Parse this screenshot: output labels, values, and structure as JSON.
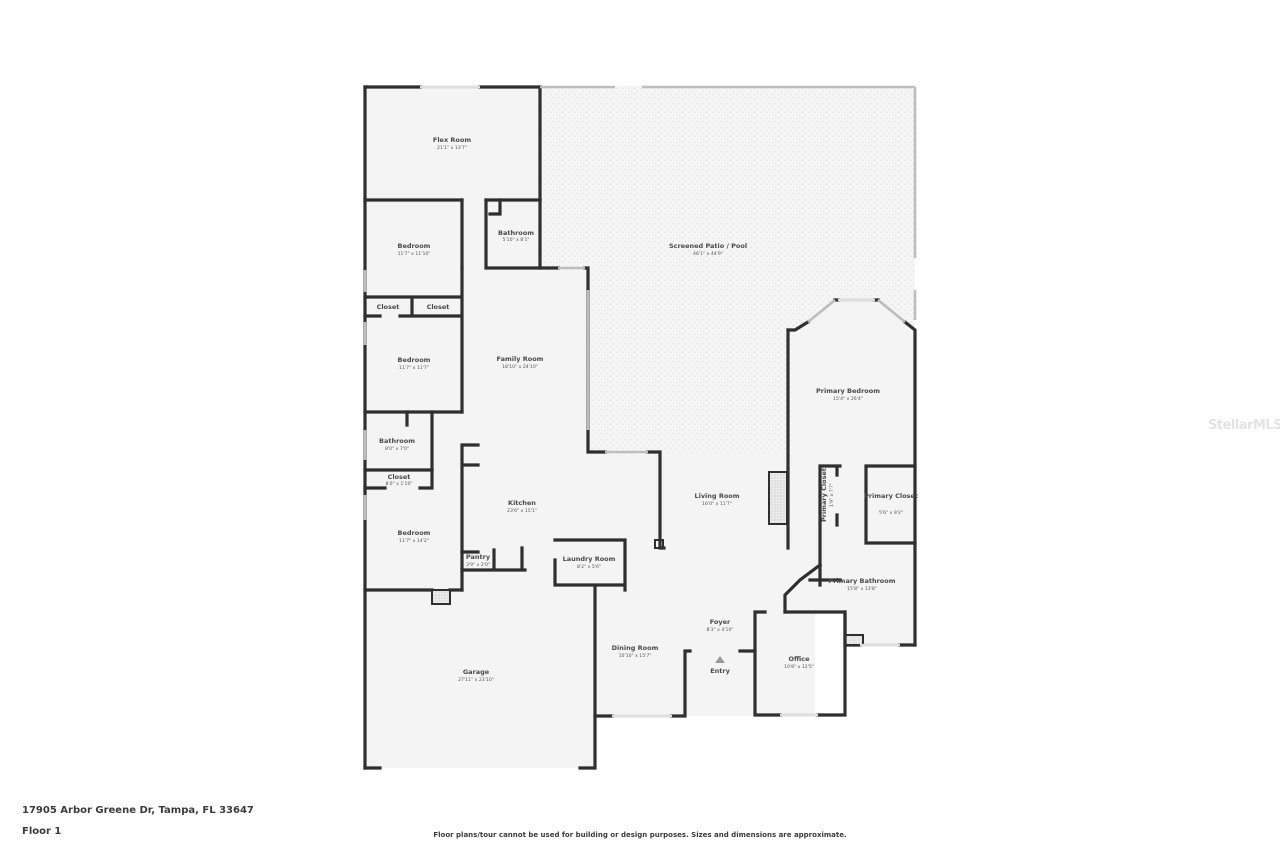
{
  "plan": {
    "address": "17905 Arbor Greene Dr, Tampa, FL 33647",
    "floor": "Floor 1",
    "disclaimer": "Floor plans/tour cannot be used for building or design purposes. Sizes and dimensions are approximate.",
    "watermark": "StellarMLS",
    "entry_label": "Entry"
  },
  "rooms": [
    {
      "id": "flex-room",
      "name": "Flex Room",
      "dims": "21'1\" x 13'7\""
    },
    {
      "id": "bedroom-1",
      "name": "Bedroom",
      "dims": "11'7\" x 11'10\""
    },
    {
      "id": "bathroom-1",
      "name": "Bathroom",
      "dims": "5'10\" x 8'1\""
    },
    {
      "id": "closet-1",
      "name": "Closet",
      "dims": ""
    },
    {
      "id": "closet-2",
      "name": "Closet",
      "dims": ""
    },
    {
      "id": "bedroom-2",
      "name": "Bedroom",
      "dims": "11'7\" x 11'7\""
    },
    {
      "id": "family-room",
      "name": "Family Room",
      "dims": "18'10\" x 24'10\""
    },
    {
      "id": "bathroom-2",
      "name": "Bathroom",
      "dims": "8'0\" x 7'0\""
    },
    {
      "id": "closet-3",
      "name": "Closet",
      "dims": "8'0\" x 1'10\""
    },
    {
      "id": "bedroom-3",
      "name": "Bedroom",
      "dims": "11'7\" x 14'2\""
    },
    {
      "id": "kitchen",
      "name": "Kitchen",
      "dims": "23'6\" x 15'1\""
    },
    {
      "id": "pantry",
      "name": "Pantry",
      "dims": "3'9\" x 2'0\""
    },
    {
      "id": "laundry-room",
      "name": "Laundry Room",
      "dims": "8'2\" x 5'6\""
    },
    {
      "id": "garage",
      "name": "Garage",
      "dims": "27'11\" x 23'10\""
    },
    {
      "id": "dining-room",
      "name": "Dining Room",
      "dims": "10'10\" x 15'7\""
    },
    {
      "id": "screened-patio",
      "name": "Screened Patio / Pool",
      "dims": "46'1\" x 44'9\""
    },
    {
      "id": "living-room",
      "name": "Living Room",
      "dims": "16'0\" x 11'7\""
    },
    {
      "id": "primary-bedroom",
      "name": "Primary Bedroom",
      "dims": "15'4\" x 26'4\""
    },
    {
      "id": "primary-closet-small",
      "name": "Primary Closet",
      "dims": "1'9\" x 7'7\""
    },
    {
      "id": "primary-closet",
      "name": "Primary Closet",
      "dims": "5'6\" x 9'2\""
    },
    {
      "id": "primary-bathroom",
      "name": "Primary Bathroom",
      "dims": "15'8\" x 13'8\""
    },
    {
      "id": "foyer",
      "name": "Foyer",
      "dims": "8'3\" x 4'10\""
    },
    {
      "id": "office",
      "name": "Office",
      "dims": "10'8\" x 12'5\""
    }
  ]
}
